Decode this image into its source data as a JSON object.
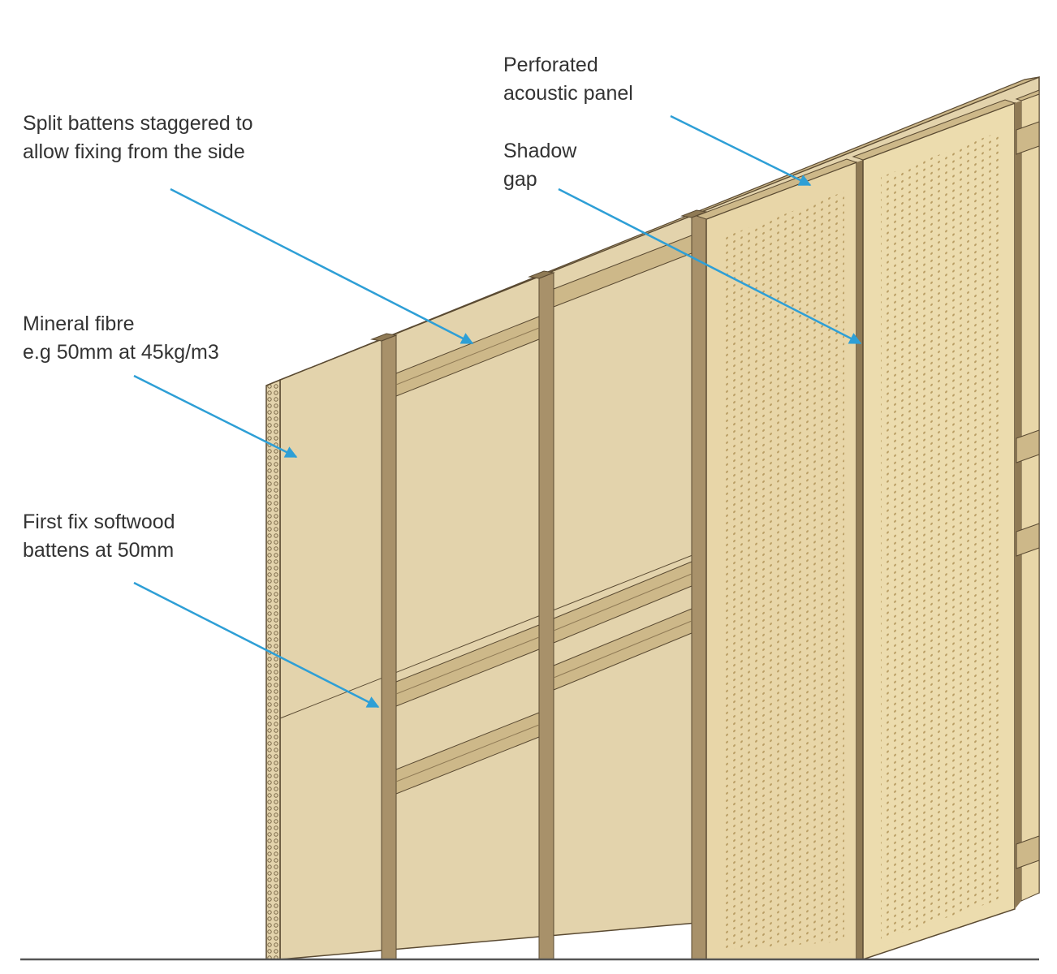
{
  "labels": {
    "perforated_panel": [
      "Perforated",
      "acoustic panel"
    ],
    "shadow_gap": [
      "Shadow",
      "gap"
    ],
    "split_battens": [
      "Split  battens staggered to",
      "allow fixing from the side"
    ],
    "mineral_fibre": [
      "Mineral fibre",
      "e.g 50mm at 45kg/m3"
    ],
    "first_fix": [
      "First fix softwood",
      "battens at 50mm"
    ]
  },
  "colors": {
    "arrow": "#2e9fd6",
    "panel": "#e3d3ac",
    "panel_light": "#ecdfbe",
    "batten": "#cdb889",
    "batten_dark": "#a8916a",
    "outline": "#5a4a32",
    "perforation": "#b89c62",
    "label_text": "#333333",
    "ground": "#555555"
  }
}
